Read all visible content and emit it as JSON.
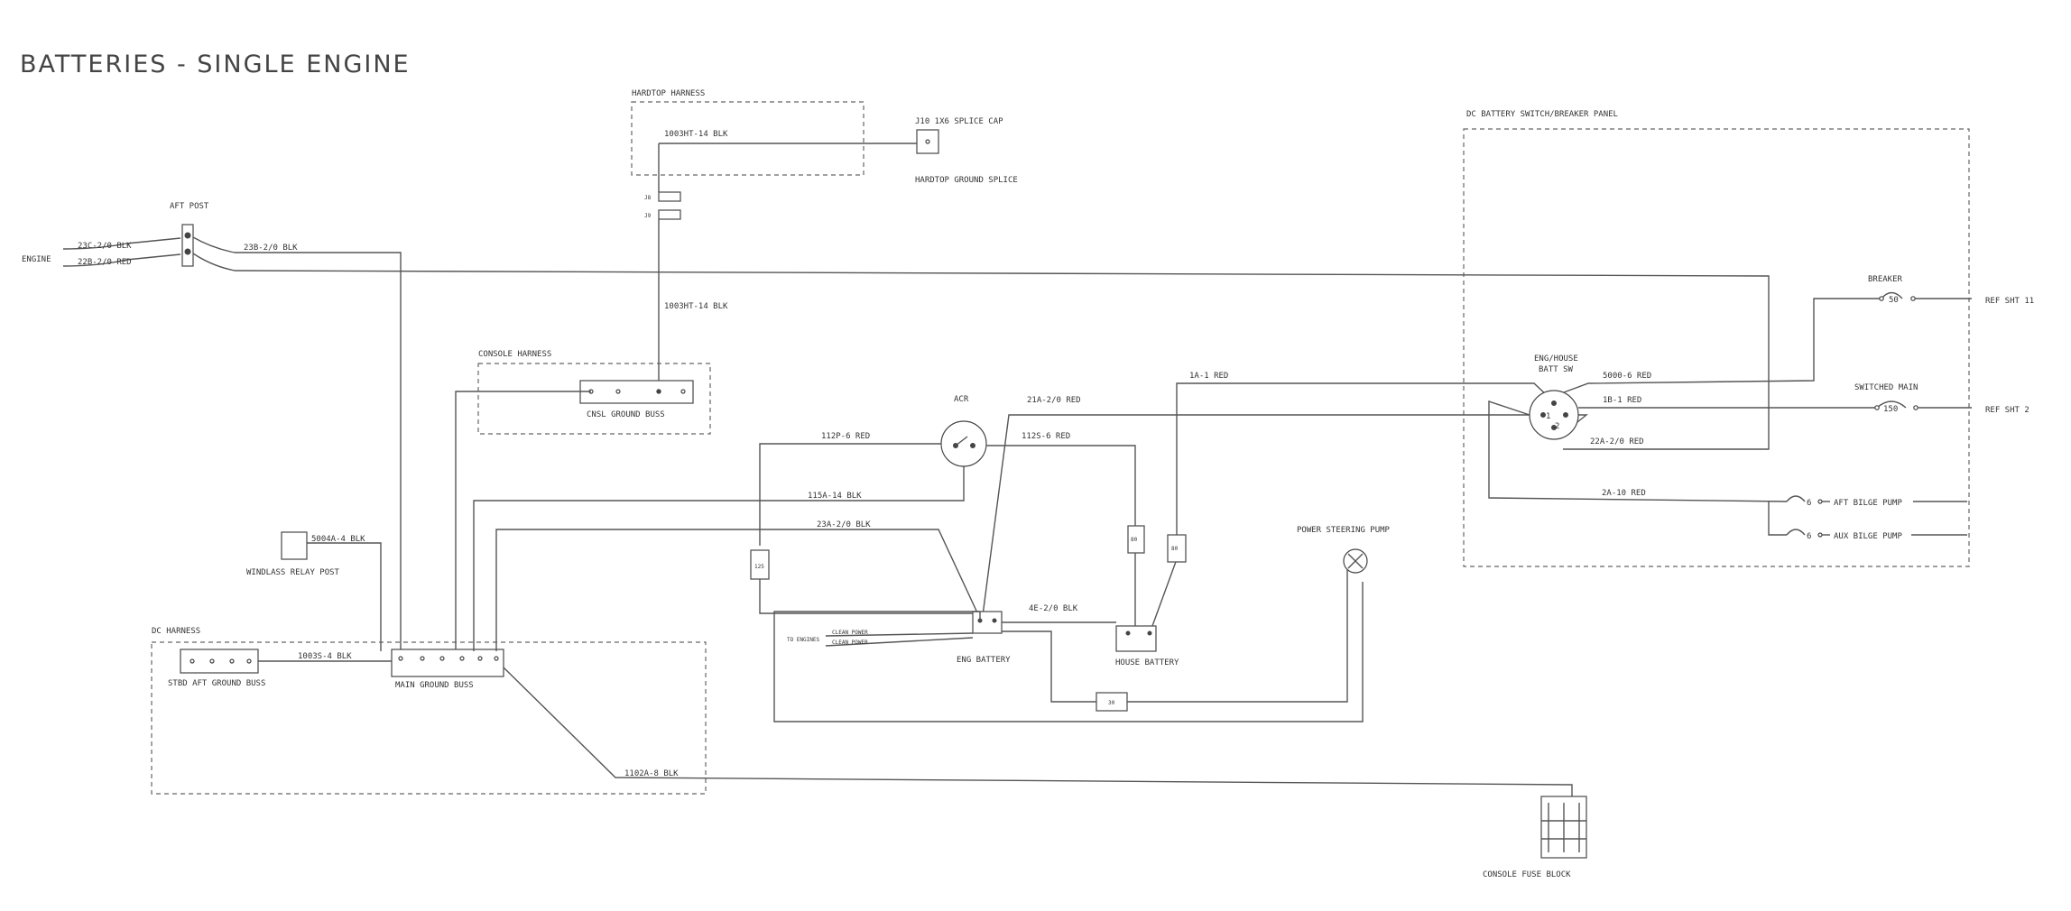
{
  "title": "BATTERIES - SINGLE ENGINE",
  "harnesses": {
    "hardtop": "HARDTOP HARNESS",
    "console": "CONSOLE HARNESS",
    "dc": "DC HARNESS",
    "panel": "DC BATTERY SWITCH/BREAKER PANEL"
  },
  "components": {
    "aft_post": "AFT POST",
    "engine": "ENGINE",
    "splice_cap": "J10 1X6 SPLICE CAP",
    "hardtop_splice": "HARDTOP GROUND SPLICE",
    "j8": "J8",
    "j9": "J9",
    "cnsl_ground_buss": "CNSL GROUND BUSS",
    "windlass": "WINDLASS RELAY POST",
    "stbd_aft_ground_buss": "STBD AFT GROUND BUSS",
    "main_ground_buss": "MAIN GROUND BUSS",
    "acr": "ACR",
    "eng_battery": "ENG BATTERY",
    "house_battery": "HOUSE BATTERY",
    "power_steering_pump": "POWER STEERING PUMP",
    "batt_switch_line1": "ENG/HOUSE",
    "batt_switch_line2": "BATT SW",
    "breaker": "BREAKER",
    "switched_main": "SWITCHED MAIN",
    "aft_bilge_pump": "AFT BILGE PUMP",
    "aux_bilge_pump": "AUX BILGE PUMP",
    "console_fuse_block": "CONSOLE FUSE BLOCK",
    "ref_sht_11": "REF SHT 11",
    "ref_sht_2": "REF SHT 2",
    "to_engines": "TO ENGINES",
    "clean_power_1": "CLEAN POWER",
    "clean_power_2": "CLEAN POWER"
  },
  "wires": {
    "w23c": "23C-2/0 BLK",
    "w22b": "22B-2/0 RED",
    "w23b": "23B-2/0 BLK",
    "w1003ht_top": "1003HT-14 BLK",
    "w1003ht_mid": "1003HT-14 BLK",
    "w5004a": "5004A-4 BLK",
    "w1003s": "1003S-4 BLK",
    "w1102a": "1102A-8 BLK",
    "w112p": "112P-6 RED",
    "w21a": "21A-2/0 RED",
    "w112s": "112S-6 RED",
    "w115a": "115A-14 BLK",
    "w23a": "23A-2/0 BLK",
    "w1a": "1A-1 RED",
    "w4e": "4E-2/0 BLK",
    "w5000": "5000-6 RED",
    "w1b": "1B-1 RED",
    "w22a": "22A-2/0 RED",
    "w2a": "2A-10 RED"
  },
  "fuses": {
    "f50": "50",
    "f150": "150",
    "f6a": "6",
    "f6b": "6",
    "f30": "30",
    "f80a": "80",
    "f80b": "80",
    "f125": "125"
  },
  "switch_positions": {
    "p1": "1",
    "p2": "2"
  }
}
